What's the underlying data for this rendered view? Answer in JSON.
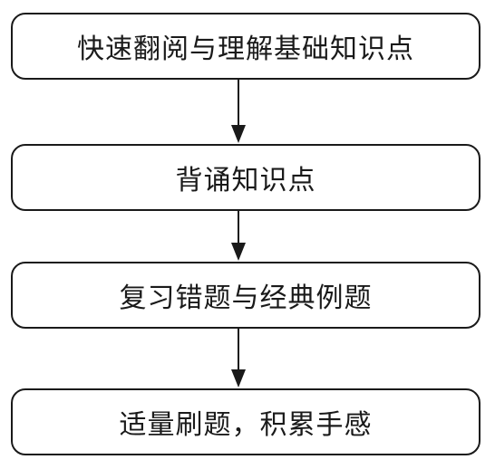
{
  "flowchart": {
    "steps": [
      {
        "label": "快速翻阅与理解基础知识点"
      },
      {
        "label": "背诵知识点"
      },
      {
        "label": "复习错题与经典例题"
      },
      {
        "label": "适量刷题，积累手感"
      }
    ]
  },
  "colors": {
    "stroke": "#1a1a1a",
    "background": "#ffffff"
  }
}
